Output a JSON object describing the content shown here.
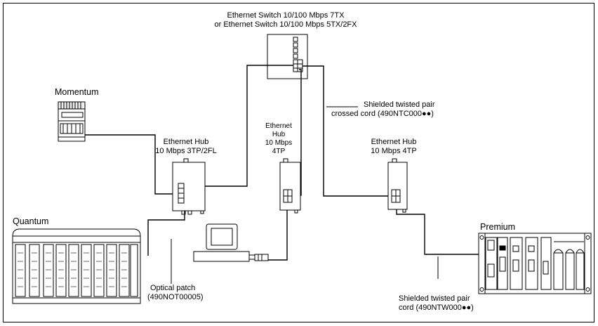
{
  "switch": {
    "label_line1": "Ethernet Switch 10/100 Mbps 7TX",
    "label_line2": "or Ethernet Switch 10/100 Mbps 5TX/2FX"
  },
  "momentum": {
    "label": "Momentum"
  },
  "quantum": {
    "label": "Quantum"
  },
  "premium": {
    "label": "Premium"
  },
  "hub_left": {
    "line1": "Ethernet Hub",
    "line2": "10 Mbps 3TP/2FL"
  },
  "hub_middle": {
    "line1": "Ethernet",
    "line2": "Hub",
    "line3": "10 Mbps",
    "line4": "4TP"
  },
  "hub_right": {
    "line1": "Ethernet Hub",
    "line2": "10 Mbps 4TP"
  },
  "crossed_cord": {
    "line1": "Shielded twisted pair",
    "line2": "crossed cord (490NTC000●●)"
  },
  "straight_cord": {
    "line1": "Shielded twisted pair",
    "line2": "cord (490NTW000●●)"
  },
  "optical_patch": {
    "line1": "Optical patch",
    "line2": "(490NOT00005)"
  }
}
